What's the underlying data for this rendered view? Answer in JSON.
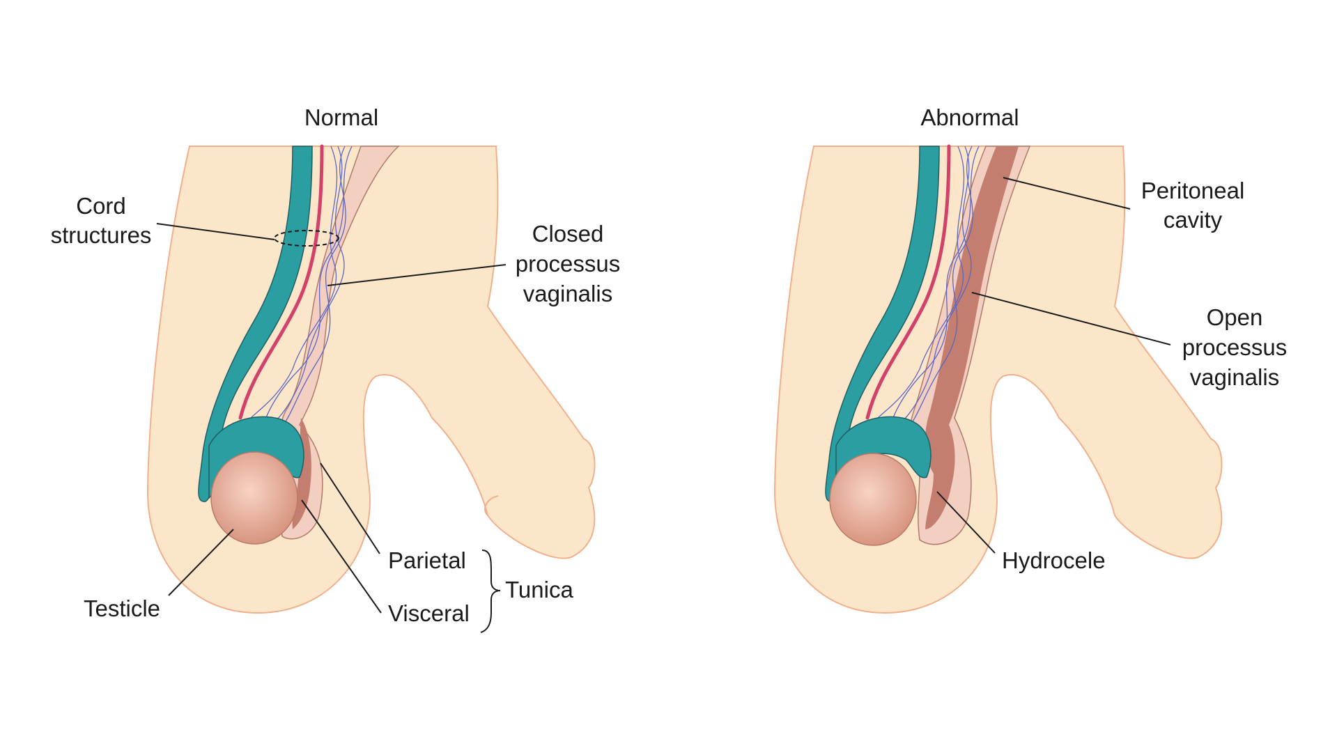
{
  "titles": {
    "normal": "Normal",
    "abnormal": "Abnormal"
  },
  "normal_labels": {
    "cord_line1": "Cord",
    "cord_line2": "structures",
    "closed_line1": "Closed",
    "closed_line2": "processus",
    "closed_line3": "vaginalis",
    "parietal": "Parietal",
    "visceral": "Visceral",
    "tunica": "Tunica",
    "testicle": "Testicle"
  },
  "abnormal_labels": {
    "peritoneal_line1": "Peritoneal",
    "peritoneal_line2": "cavity",
    "open_line1": "Open",
    "open_line2": "processus",
    "open_line3": "vaginalis",
    "hydrocele": "Hydrocele"
  },
  "colors": {
    "skin": "#fbe6c9",
    "skin_outline": "#f0b08c",
    "vas_teal": "#2a9ea0",
    "teal_outline": "#1d5f63",
    "artery_red": "#d2416a",
    "veins_blue": "#5a66c2",
    "tunica_pink": "#f2cfc0",
    "tunica_outline": "#b07a6a",
    "fluid": "#c47e6f",
    "testicle_center": "#f6c2b1",
    "testicle_edge": "#d99883"
  }
}
